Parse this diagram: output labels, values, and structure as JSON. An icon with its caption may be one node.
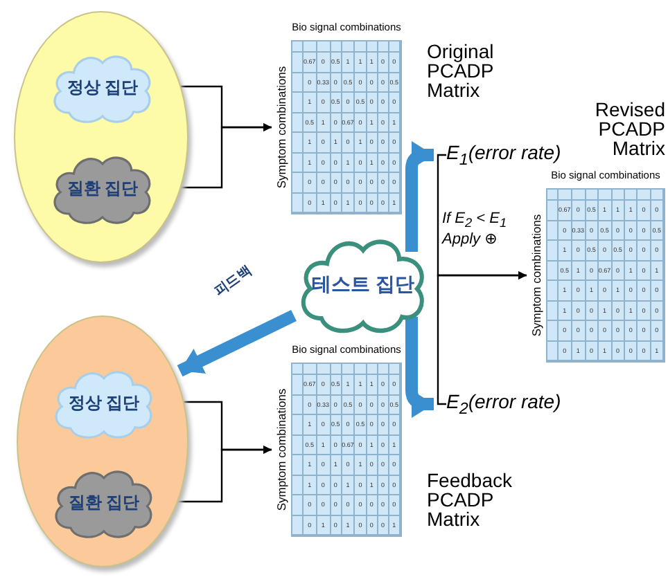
{
  "diagram": {
    "nodes": [
      {
        "text": [],
        "shape": "circle"
      },
      {
        "text": [
          "정상 집단"
        ],
        "in": 0
      },
      {
        "text": [
          "질환 집단"
        ],
        "in": 0
      },
      {
        "text": [],
        "shape": "circle"
      },
      {
        "text": [
          "정상 집단"
        ],
        "in": 3
      },
      {
        "text": [
          "질환 집단"
        ],
        "in": 3
      },
      {
        "text": [
          "Bio signal combinations",
          "Symptom combinations"
        ],
        "beside": [
          "Original PCADP Matrix"
        ]
      },
      {
        "text": [
          "Bio signal combinations",
          "Symptom combinations"
        ],
        "beside": [
          "Feedback PCADP Matrix"
        ]
      },
      {
        "text": [
          "Bio signal combinations",
          "Symptom combinations"
        ],
        "beside": [
          "Revised PCADP Matrix"
        ]
      },
      {
        "text": [
          "테스트 집단"
        ]
      },
      {
        "text": [
          "E$_{1}$(error rate)"
        ]
      },
      {
        "text": [
          "E$_{2}$(error rate)"
        ]
      }
    ],
    "edges": [
      {
        "from": 1,
        "to": 6,
        "arrow": "to"
      },
      {
        "from": 2,
        "to": 6,
        "arrow": "to"
      },
      {
        "from": 4,
        "to": 7,
        "arrow": "to"
      },
      {
        "from": 5,
        "to": 7,
        "arrow": "to"
      },
      {
        "from": 9,
        "to": 10,
        "arrow": "to",
        "style": "thick",
        "color": "#3a8fd0"
      },
      {
        "from": 9,
        "to": 11,
        "arrow": "to",
        "style": "thick",
        "color": "#3a8fd0"
      },
      {
        "from": 10,
        "to": 8,
        "arrow": "to",
        "label": "If E$_{2}$ < E$_{1}$ Apply ⊕"
      },
      {
        "from": 11,
        "to": 8,
        "arrow": "to"
      },
      {
        "from": 9,
        "to": 3,
        "arrow": "to",
        "label": "피드백",
        "style": "thick",
        "color": "#3a8fd0"
      }
    ],
    "labels": [
      "0.67",
      "0",
      "0.5",
      "1",
      "1",
      "1",
      "0",
      "0",
      "0",
      "0.33",
      "0",
      "0.5",
      "0",
      "0",
      "0",
      "0.5",
      "1",
      "0",
      "0.5",
      "0",
      "0.5",
      "0",
      "0",
      "0",
      "0.5",
      "1",
      "0",
      "0.67",
      "0",
      "1",
      "0",
      "1",
      "1",
      "0",
      "1",
      "0",
      "1",
      "0",
      "0",
      "0",
      "1",
      "0",
      "0",
      "1",
      "0",
      "1",
      "0",
      "0",
      "0",
      "0",
      "0",
      "0",
      "0",
      "0",
      "0",
      "0",
      "0",
      "1",
      "0",
      "1",
      "0",
      "0",
      "0",
      "1",
      "0.67",
      "0",
      "0.5",
      "1",
      "1",
      "1",
      "0",
      "0",
      "0",
      "0.33",
      "0",
      "0.5",
      "0",
      "0",
      "0",
      "0.5",
      "1",
      "0",
      "0.5",
      "0",
      "0.5",
      "0",
      "0",
      "0",
      "0.5",
      "1",
      "0",
      "0.67",
      "0",
      "1",
      "0",
      "1",
      "1",
      "0",
      "1",
      "0",
      "1",
      "0",
      "0",
      "0",
      "1",
      "0",
      "0",
      "1",
      "0",
      "1",
      "0",
      "0",
      "0",
      "0",
      "0",
      "0",
      "0",
      "0",
      "0",
      "0",
      "0",
      "1",
      "0",
      "1",
      "0",
      "0",
      "0",
      "1",
      "0.67",
      "0",
      "0.5",
      "1",
      "1",
      "1",
      "0",
      "0",
      "0",
      "0.33",
      "0",
      "0.5",
      "0",
      "0",
      "0",
      "0.5",
      "1",
      "0",
      "0.5",
      "0",
      "0.5",
      "0",
      "0",
      "0",
      "0.5",
      "1",
      "0",
      "0.67",
      "0",
      "1",
      "0",
      "1",
      "1",
      "0",
      "1",
      "0",
      "1",
      "0",
      "0",
      "0",
      "1",
      "0",
      "0",
      "1",
      "0",
      "1",
      "0",
      "0",
      "0",
      "0",
      "0",
      "0",
      "0",
      "0",
      "0",
      "0",
      "0",
      "1",
      "0",
      "1",
      "0",
      "0",
      "0",
      "1"
    ]
  }
}
